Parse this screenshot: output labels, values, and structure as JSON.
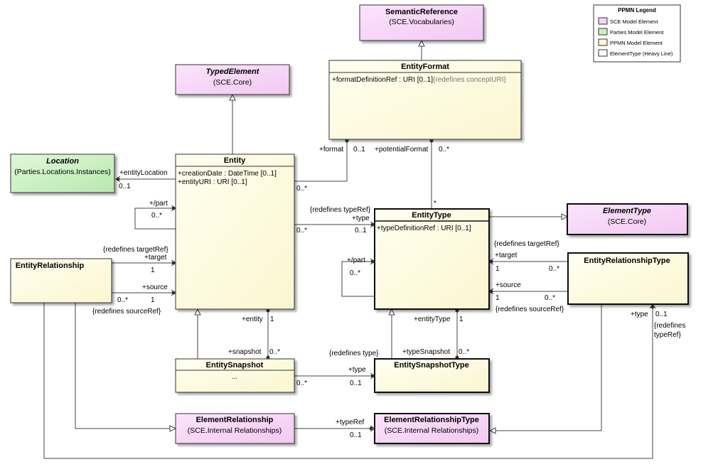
{
  "legend": {
    "title": "PPMN Legend",
    "items": [
      {
        "label": "SCE Model Element",
        "color": "#f8d0f8"
      },
      {
        "label": "Parties Model Element",
        "color": "#c8f0c0"
      },
      {
        "label": "PPMN Model Element",
        "color": "#fff8d0"
      },
      {
        "label": "ElementType (Heavy Line)",
        "color": "#ffffff"
      }
    ]
  },
  "colors": {
    "sce": "#f8d8f8",
    "parties": "#d0f0c8",
    "ppmn": "#fffde0",
    "header_ppmn": "#fffbd0"
  },
  "classes": {
    "semantic_reference": {
      "name": "SemanticReference",
      "pkg": "(SCE.Vocabularies)"
    },
    "typed_element": {
      "name": "TypedElement",
      "pkg": "(SCE.Core)"
    },
    "entity_format": {
      "name": "EntityFormat",
      "attr_main": "+formatDefinitionRef : URI [0..1]",
      "attr_note": "{redefines conceptURI}"
    },
    "location": {
      "name": "Location",
      "pkg": "(Parties.Locations.Instances)"
    },
    "entity": {
      "name": "Entity",
      "attr1": "+creationDate : DateTime [0..1]",
      "attr2": "+entityURI : URI [0..1]"
    },
    "entity_type": {
      "name": "EntityType",
      "attr1": "+typeDefinitionRef : URI [0..1]"
    },
    "element_type": {
      "name": "ElementType",
      "pkg": "(SCE.Core)"
    },
    "entity_relationship": {
      "name": "EntityRelationship"
    },
    "entity_relationship_type": {
      "name": "EntityRelationshipType"
    },
    "entity_snapshot": {
      "name": "EntitySnapshot",
      "body": "..."
    },
    "entity_snapshot_type": {
      "name": "EntitySnapshotType"
    },
    "element_relationship": {
      "name": "ElementRelationship",
      "pkg": "(SCE.Internal Relationships)"
    },
    "element_relationship_type": {
      "name": "ElementRelationshipType",
      "pkg": "(SCE.Internal Relationships)"
    }
  },
  "labels": {
    "format_role": "+format",
    "format_mult": "0..1",
    "potential_format_role": "+potentialFormat",
    "potential_format_mult": "0..*",
    "entity_format_mult": "0..*",
    "type_star": "*",
    "entity_location_role": "+entityLocation",
    "entity_location_mult": "0..1",
    "entity_part_role": "+/part",
    "entity_part_mult": "0..*",
    "redefines_typeref": "{redefines typeRef}",
    "type_role": "+type",
    "entity_type_src_mult": "0..*",
    "entity_type_dst_mult": "0..1",
    "redefines_targetref": "{redefines targetRef}",
    "target_role": "+target",
    "target_mult_1": "1",
    "source_role": "+source",
    "er_source_mult": "0..*",
    "source_mult_1": "1",
    "redefines_sourceref": "{redefines sourceRef}",
    "et_part_role": "+/part",
    "et_part_mult": "0..*",
    "et_redefines_targetref": "{redefines targetRef}",
    "et_target_role": "+target",
    "et_target_mult_1": "1",
    "et_target_mult_many": "0..*",
    "et_source_role": "+source",
    "et_source_mult_1": "1",
    "et_source_mult_many": "0..*",
    "et_redefines_sourceref": "{redefines sourceRef}",
    "ert_type_role": "+type",
    "ert_type_mult": "0..1",
    "ert_redefines_line1": "{redefines",
    "ert_redefines_line2": "typeRef}",
    "entity_role": "+entity",
    "entity_mult": "1",
    "snapshot_role": "+snapshot",
    "snapshot_mult": "0..*",
    "entity_type_role": "+entityType",
    "entity_type_mult": "1",
    "redefines_type": "{redefines type}",
    "type_snapshot_role": "+typeSnapshot",
    "type_snapshot_mult": "0..*",
    "snap_type_role": "+type",
    "snap_src_mult": "0..*",
    "snap_dst_mult": "0..1",
    "type_ref_role": "+typeRef",
    "type_ref_mult": "0..1"
  }
}
